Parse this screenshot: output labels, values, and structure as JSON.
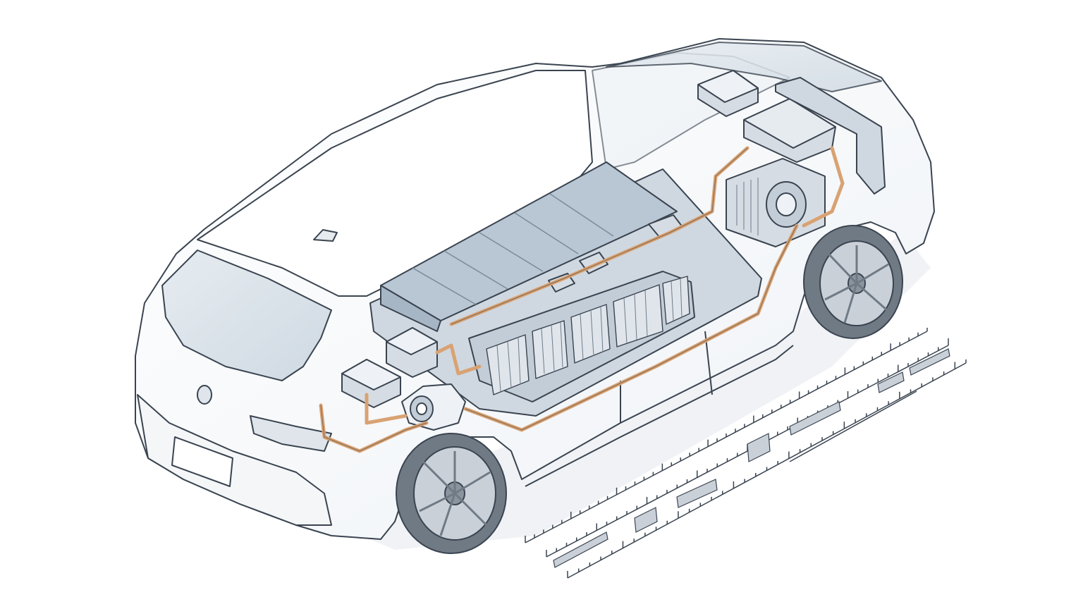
{
  "diagram": {
    "kind": "ev-cutaway-illustration",
    "components": [
      {
        "name": "car-body",
        "icon": "car-outline-icon"
      },
      {
        "name": "battery-pack",
        "icon": "battery-pack-icon"
      },
      {
        "name": "battery-modules",
        "icon": "battery-cell-icon"
      },
      {
        "name": "electric-motor",
        "icon": "motor-icon"
      },
      {
        "name": "power-inverter",
        "icon": "inverter-icon"
      },
      {
        "name": "front-control-unit",
        "icon": "control-box-icon"
      },
      {
        "name": "onboard-charger",
        "icon": "charger-box-icon"
      },
      {
        "name": "dc-converter",
        "icon": "converter-box-icon"
      },
      {
        "name": "charging-port",
        "icon": "charge-port-icon"
      },
      {
        "name": "front-wheel",
        "icon": "wheel-icon"
      },
      {
        "name": "rear-wheel",
        "icon": "wheel-icon"
      },
      {
        "name": "high-voltage-cables",
        "icon": "cable-icon"
      },
      {
        "name": "measurement-scale",
        "icon": "ruler-icon"
      }
    ]
  },
  "colors": {
    "outline": "#3a4450",
    "body_fill": "#ffffff",
    "body_shade": "#eef2f6",
    "glass": "#dde5ec",
    "battery_top": "#b9c6d3",
    "battery_side": "#a7b6c4",
    "component": "#d6dce3",
    "cable": "#d9a272",
    "tire": "#6f7a85",
    "rim": "#c9d0d8",
    "ground_shadow": "#e8ecf0"
  }
}
